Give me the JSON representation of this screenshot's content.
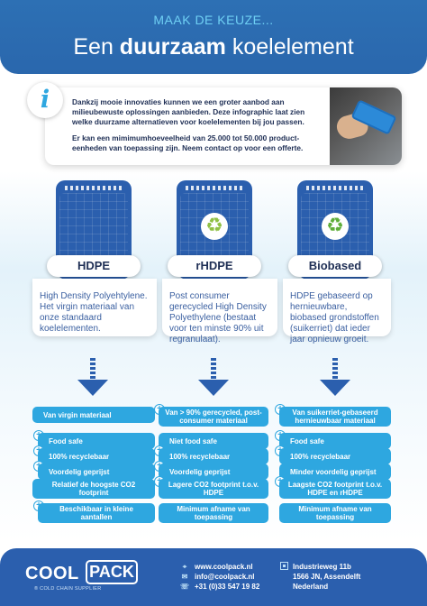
{
  "header": {
    "kicker": "MAAK DE KEUZE...",
    "title_pre": "Een ",
    "title_bold": "duurzaam",
    "title_post": " koelelement"
  },
  "info": {
    "badge": "i",
    "paragraph1": "Dankzij mooie innovaties kunnen we een groter aanbod aan milieubewuste oplossingen aanbieden. Deze infographic laat zien welke duurzame alternatieven voor koelelementen bij jou passen.",
    "paragraph2": "Er kan een mimimumhoeveelheid van 25.000 tot 50.000 product-eenheden van toepassing zijn. Neem contact op voor een offerte."
  },
  "columns": [
    {
      "label": "HDPE",
      "icon": "none",
      "description": "High Density Polyehtylene. Het virgin materiaal van onze standaard koelelementen.",
      "features": [
        {
          "text": "Van virgin materiaal",
          "plus": false
        },
        {
          "text": "Food safe",
          "plus": true
        },
        {
          "text": "100% recyclebaar",
          "plus": true
        },
        {
          "text": "Voordelig geprijst",
          "plus": true
        },
        {
          "text": "Relatief de hoogste CO2 footprint",
          "plus": false
        },
        {
          "text": "Beschikbaar in kleine aantallen",
          "plus": true
        }
      ]
    },
    {
      "label": "rHDPE",
      "icon": "recycle-icon",
      "description": "Post consumer gerecycled High Density Polyethylene (bestaat voor ten minste 90% uit regranulaat).",
      "features": [
        {
          "text": "Van > 90% gerecycled, post-consumer materiaal",
          "plus": true
        },
        {
          "text": "Niet food safe",
          "plus": false
        },
        {
          "text": "100% recyclebaar",
          "plus": true
        },
        {
          "text": "Voordelig geprijst",
          "plus": true
        },
        {
          "text": "Lagere CO2 footprint t.o.v. HDPE",
          "plus": true
        },
        {
          "text": "Minimum afname van toepassing",
          "plus": false
        }
      ]
    },
    {
      "label": "Biobased",
      "icon": "bio-recycle-icon",
      "description": "HDPE gebaseerd op hernieuwbare, biobased grondstoffen (suikerriet) dat ieder jaar opnieuw groeit.",
      "features": [
        {
          "text": "Van suikerriet-gebaseerd hernieuwbaar materiaal",
          "plus": true
        },
        {
          "text": "Food safe",
          "plus": true
        },
        {
          "text": "100% recyclebaar",
          "plus": true
        },
        {
          "text": "Minder voordelig geprijst",
          "plus": false
        },
        {
          "text": "Laagste CO2 footprint t.o.v. HDPE en rHDPE",
          "plus": true
        },
        {
          "text": "Minimum afname van toepassing",
          "plus": false
        }
      ]
    }
  ],
  "footer": {
    "logo_cool": "COOL",
    "logo_pack": "PACK",
    "logo_sub": "® COLD CHAIN SUPPLIER",
    "website": "www.coolpack.nl",
    "email": "info@coolpack.nl",
    "phone": "+31 (0)33 547 19 82",
    "address_line1": "Industrieweg 11b",
    "address_line2": "1566 JN, Assendelft",
    "address_line3": "Nederland"
  },
  "colors": {
    "primary_blue": "#2b5fae",
    "accent_cyan": "#2ea7e0",
    "kicker_cyan": "#6fd0f4"
  }
}
